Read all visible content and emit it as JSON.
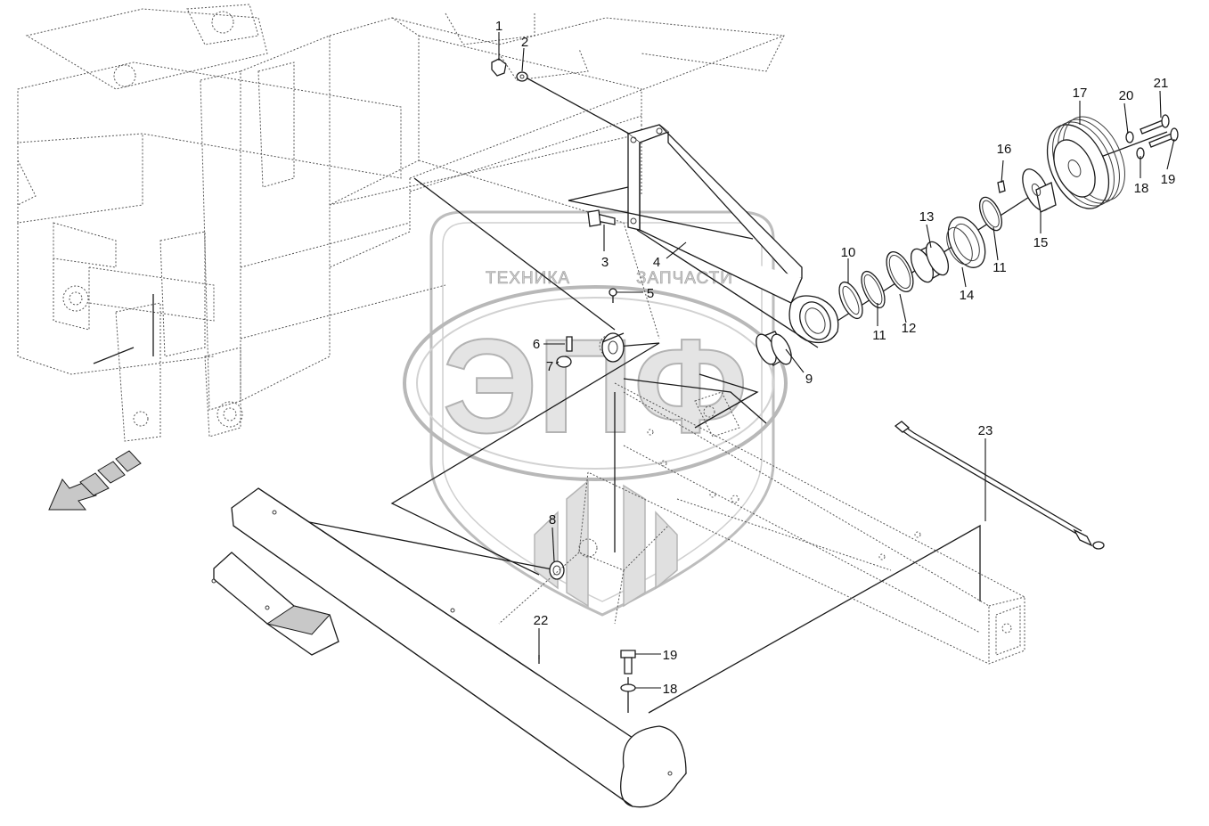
{
  "watermark": {
    "text_left": "ТЕХНИКА",
    "text_right": "ЗАПЧАСТИ",
    "logo": "ЭПФ"
  },
  "callouts": [
    {
      "id": "c1",
      "label": "1"
    },
    {
      "id": "c2",
      "label": "2"
    },
    {
      "id": "c3",
      "label": "3"
    },
    {
      "id": "c4",
      "label": "4"
    },
    {
      "id": "c5",
      "label": "5"
    },
    {
      "id": "c6",
      "label": "6"
    },
    {
      "id": "c7",
      "label": "7"
    },
    {
      "id": "c8",
      "label": "8"
    },
    {
      "id": "c9",
      "label": "9"
    },
    {
      "id": "c10",
      "label": "10"
    },
    {
      "id": "c11a",
      "label": "11"
    },
    {
      "id": "c11b",
      "label": "11"
    },
    {
      "id": "c12",
      "label": "12"
    },
    {
      "id": "c13",
      "label": "13"
    },
    {
      "id": "c14",
      "label": "14"
    },
    {
      "id": "c15",
      "label": "15"
    },
    {
      "id": "c16",
      "label": "16"
    },
    {
      "id": "c17",
      "label": "17"
    },
    {
      "id": "c18a",
      "label": "18"
    },
    {
      "id": "c18b",
      "label": "18"
    },
    {
      "id": "c19a",
      "label": "19"
    },
    {
      "id": "c19b",
      "label": "19"
    },
    {
      "id": "c20",
      "label": "20"
    },
    {
      "id": "c21",
      "label": "21"
    },
    {
      "id": "c22",
      "label": "22"
    },
    {
      "id": "c23",
      "label": "23"
    }
  ]
}
